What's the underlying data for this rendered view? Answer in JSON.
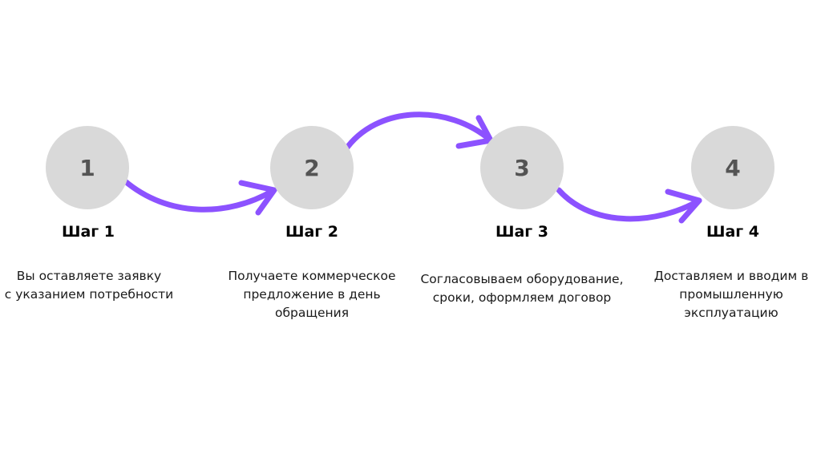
{
  "colors": {
    "circle_fill": "#d9d9d9",
    "arrow": "#8c52ff",
    "number": "#545454"
  },
  "steps": [
    {
      "number": "1",
      "title": "Шаг 1",
      "description": "Вы оставляете заявку\nс указанием потребности"
    },
    {
      "number": "2",
      "title": "Шаг 2",
      "description": "Получаете коммерческое\nпредложение в день\nобращения"
    },
    {
      "number": "3",
      "title": "Шаг 3",
      "description": "Согласовываем оборудование,\nсроки, оформляем договор"
    },
    {
      "number": "4",
      "title": "Шаг 4",
      "description": "Доставляем и вводим в\nпромышленную\nэксплуатацию"
    }
  ]
}
